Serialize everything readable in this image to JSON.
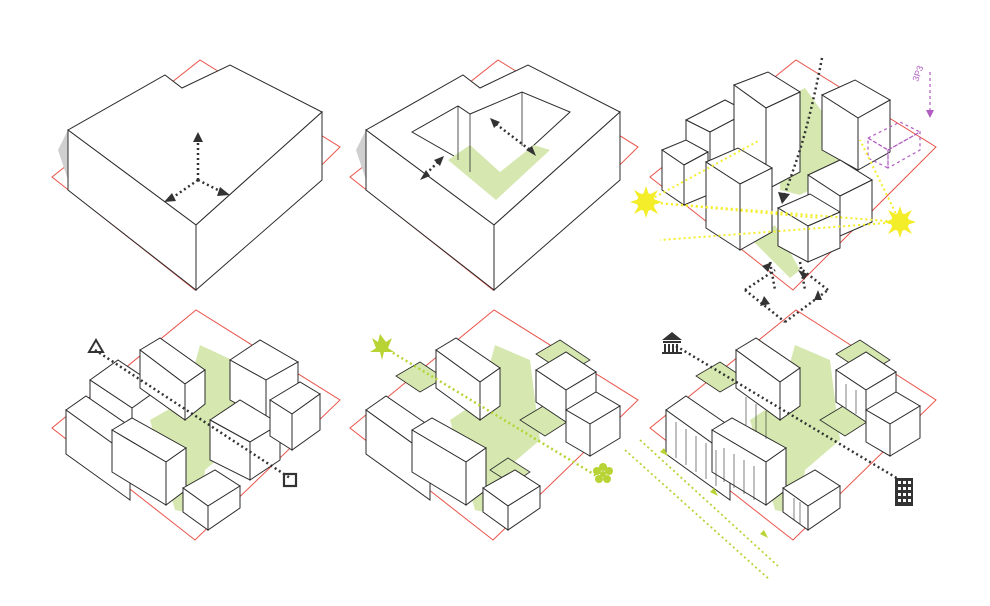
{
  "colors": {
    "site_outline": "#e8534a",
    "building_stroke": "#2b2b2b",
    "building_fill": "#ffffff",
    "building_shadow": "#cfcfcf",
    "courtyard_green": "#d6e8b0",
    "accent_green": "#b7d334",
    "sun_yellow": "#f4ee2a",
    "path_dark": "#333333",
    "annotation_purple": "#b05cc0"
  },
  "panels": [
    {
      "id": "massing",
      "icons": [
        "three-way-arrows-icon"
      ]
    },
    {
      "id": "courtyard",
      "icons": [
        "distance-arrow-icon"
      ]
    },
    {
      "id": "solar-access",
      "icons": [
        "sun-icon",
        "sun-icon",
        "downward-path-arrow-icon",
        "loop-arrows-icon"
      ],
      "annotation": "3P3"
    },
    {
      "id": "pitched-roofs",
      "icons": [
        "triangle-icon",
        "square-icon"
      ]
    },
    {
      "id": "green-roofs",
      "icons": [
        "leaf-icon",
        "flower-icon"
      ]
    },
    {
      "id": "facades",
      "icons": [
        "museum-icon",
        "tower-block-icon"
      ]
    }
  ]
}
